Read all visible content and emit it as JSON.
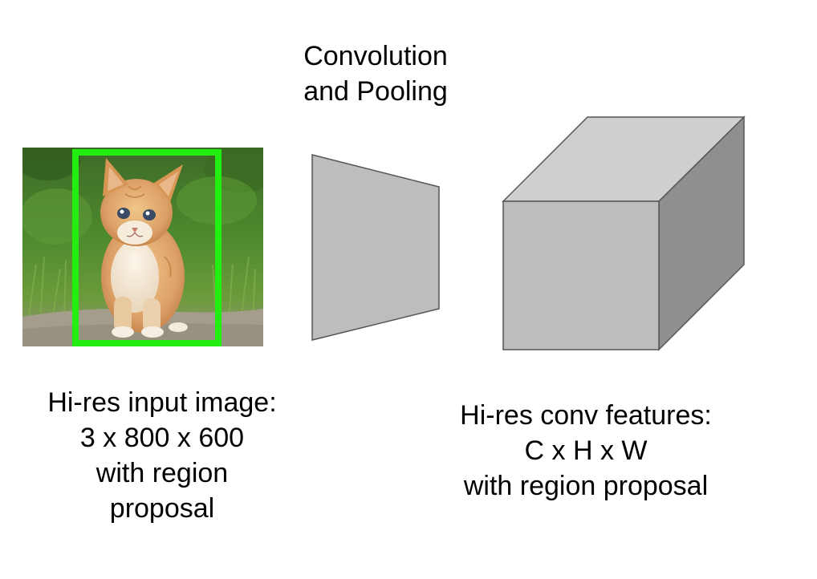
{
  "conv_label": {
    "line1": "Convolution",
    "line2": "and Pooling"
  },
  "input_caption": {
    "line1": "Hi-res input image:",
    "line2": "3 x 800 x 600",
    "line3": "with region",
    "line4": "proposal"
  },
  "output_caption": {
    "line1": "Hi-res conv features:",
    "line2": "C x H x W",
    "line3": "with region proposal"
  },
  "colors": {
    "proposal_box": "#22ee11",
    "shape_fill": "#bdbdbd",
    "shape_side": "#8f8f8f",
    "shape_top": "#cfcfcf",
    "shape_stroke": "#555555"
  },
  "icons": {
    "input_image": "kitten-photo",
    "conv_layer": "trapezoid",
    "feature_map": "3d-box"
  }
}
